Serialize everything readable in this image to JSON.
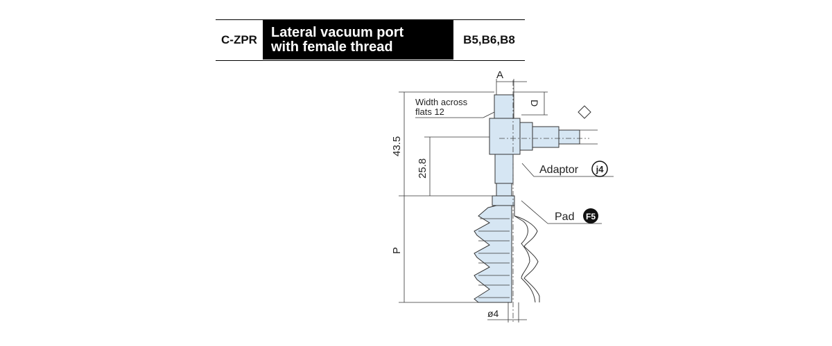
{
  "header": {
    "code": "C-ZPR",
    "title": "Lateral vacuum port\nwith female thread",
    "models": "B5,B6,B8"
  },
  "dimensions": {
    "a": "A",
    "d": "D",
    "width_across_flats_line1": "Width across",
    "width_across_flats_line2": "flats 12",
    "height_total": "43.5",
    "height_adaptor": "25.8",
    "p": "P",
    "diameter": "ø4"
  },
  "callouts": {
    "adaptor_label": "Adaptor",
    "adaptor_badge": "j4",
    "pad_label": "Pad",
    "pad_badge": "F5"
  },
  "colors": {
    "part_fill": "#d6e6f3",
    "line": "#333333",
    "badge_dark": "#111111"
  }
}
